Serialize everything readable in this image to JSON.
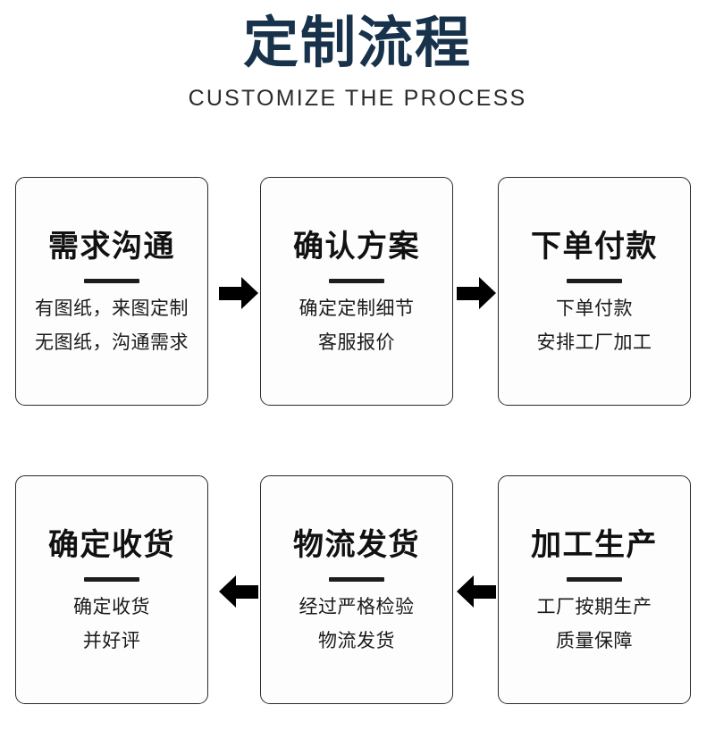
{
  "header": {
    "title_cn": "定制流程",
    "title_en": "CUSTOMIZE THE PROCESS",
    "title_color": "#17324a",
    "subtitle_color": "#2b2b2b"
  },
  "flow": {
    "steps": [
      {
        "id": "step-1",
        "title": "需求沟通",
        "lines": [
          "有图纸，来图定制",
          "无图纸，沟通需求"
        ]
      },
      {
        "id": "step-2",
        "title": "确认方案",
        "lines": [
          "确定定制细节",
          "客服报价"
        ]
      },
      {
        "id": "step-3",
        "title": "下单付款",
        "lines": [
          "下单付款",
          "安排工厂加工"
        ]
      },
      {
        "id": "step-4",
        "title": "加工生产",
        "lines": [
          "工厂按期生产",
          "质量保障"
        ]
      },
      {
        "id": "step-5",
        "title": "物流发货",
        "lines": [
          "经过严格检验",
          "物流发货"
        ]
      },
      {
        "id": "step-6",
        "title": "确定收货",
        "lines": [
          "确定收货",
          "并好评"
        ]
      }
    ],
    "arrows": [
      {
        "name": "arrow-step1-to-step2",
        "direction": "right"
      },
      {
        "name": "arrow-step2-to-step3",
        "direction": "right"
      },
      {
        "name": "arrow-step3-to-step4",
        "direction": "down"
      },
      {
        "name": "arrow-step4-to-step5",
        "direction": "left"
      },
      {
        "name": "arrow-step5-to-step6",
        "direction": "left"
      }
    ],
    "card_border_color": "#2a2a2a",
    "card_background": "#fdfdfd",
    "divider_color": "#1d1d1d",
    "arrow_color": "#000000"
  }
}
